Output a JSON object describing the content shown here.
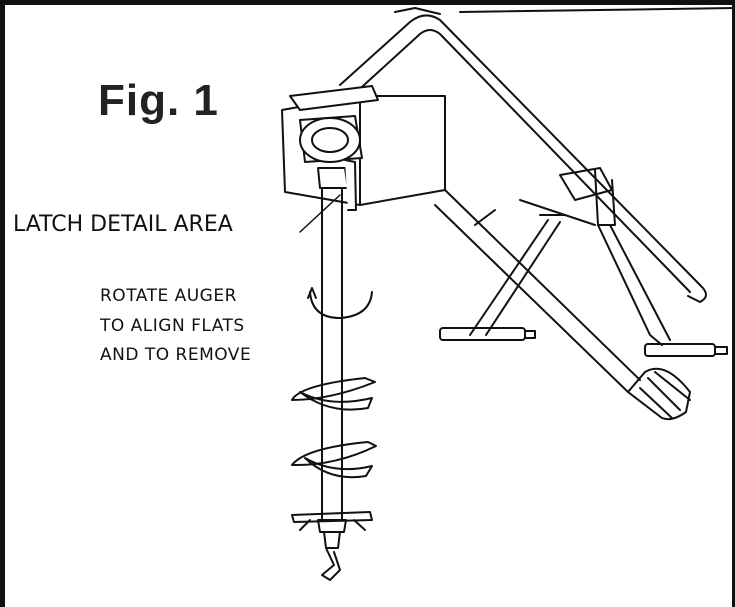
{
  "figure": {
    "title": "Fig. 1",
    "callout_label": "LATCH DETAIL AREA",
    "instruction_lines": [
      "ROTATE AUGER",
      "TO ALIGN FLATS",
      "AND TO REMOVE"
    ]
  }
}
